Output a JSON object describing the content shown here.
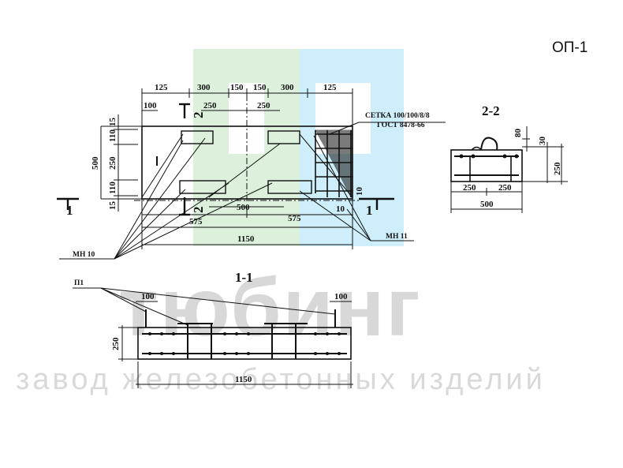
{
  "sheet_code": "ОП-1",
  "watermark": {
    "brand": "тюбинг",
    "tagline": "завод железобетонных изделий",
    "colors": {
      "green": "#dcf0dc",
      "cyan": "#cdeefa",
      "grey": "#d9d9d9"
    }
  },
  "plan": {
    "top_dims": [
      "125",
      "300",
      "150",
      "150",
      "300",
      "125"
    ],
    "inner_top_dims": [
      "100",
      "250",
      "250"
    ],
    "left_dims": [
      "15",
      "110",
      "250",
      "110",
      "15"
    ],
    "height_dim": "500",
    "bottom_dims": {
      "center": "500",
      "left": "575",
      "right": "575",
      "total": "1150",
      "edge": "10",
      "right_gap": "10"
    },
    "section_marks": {
      "one_left": "1",
      "one_right": "1",
      "two_top": "2",
      "two_bottom": "2"
    },
    "labels": {
      "mesh_left": "МН 10",
      "mesh_right": "МН 11",
      "grid": "СЕТКА 100/100/8/8",
      "standard": "ГОСТ 8478-66"
    }
  },
  "section_22": {
    "title": "2-2",
    "dims": [
      "80",
      "30",
      "250",
      "250",
      "250",
      "500"
    ]
  },
  "section_11": {
    "title": "1-1",
    "label": "П1",
    "dims": [
      "100",
      "100",
      "250",
      "1150"
    ]
  }
}
